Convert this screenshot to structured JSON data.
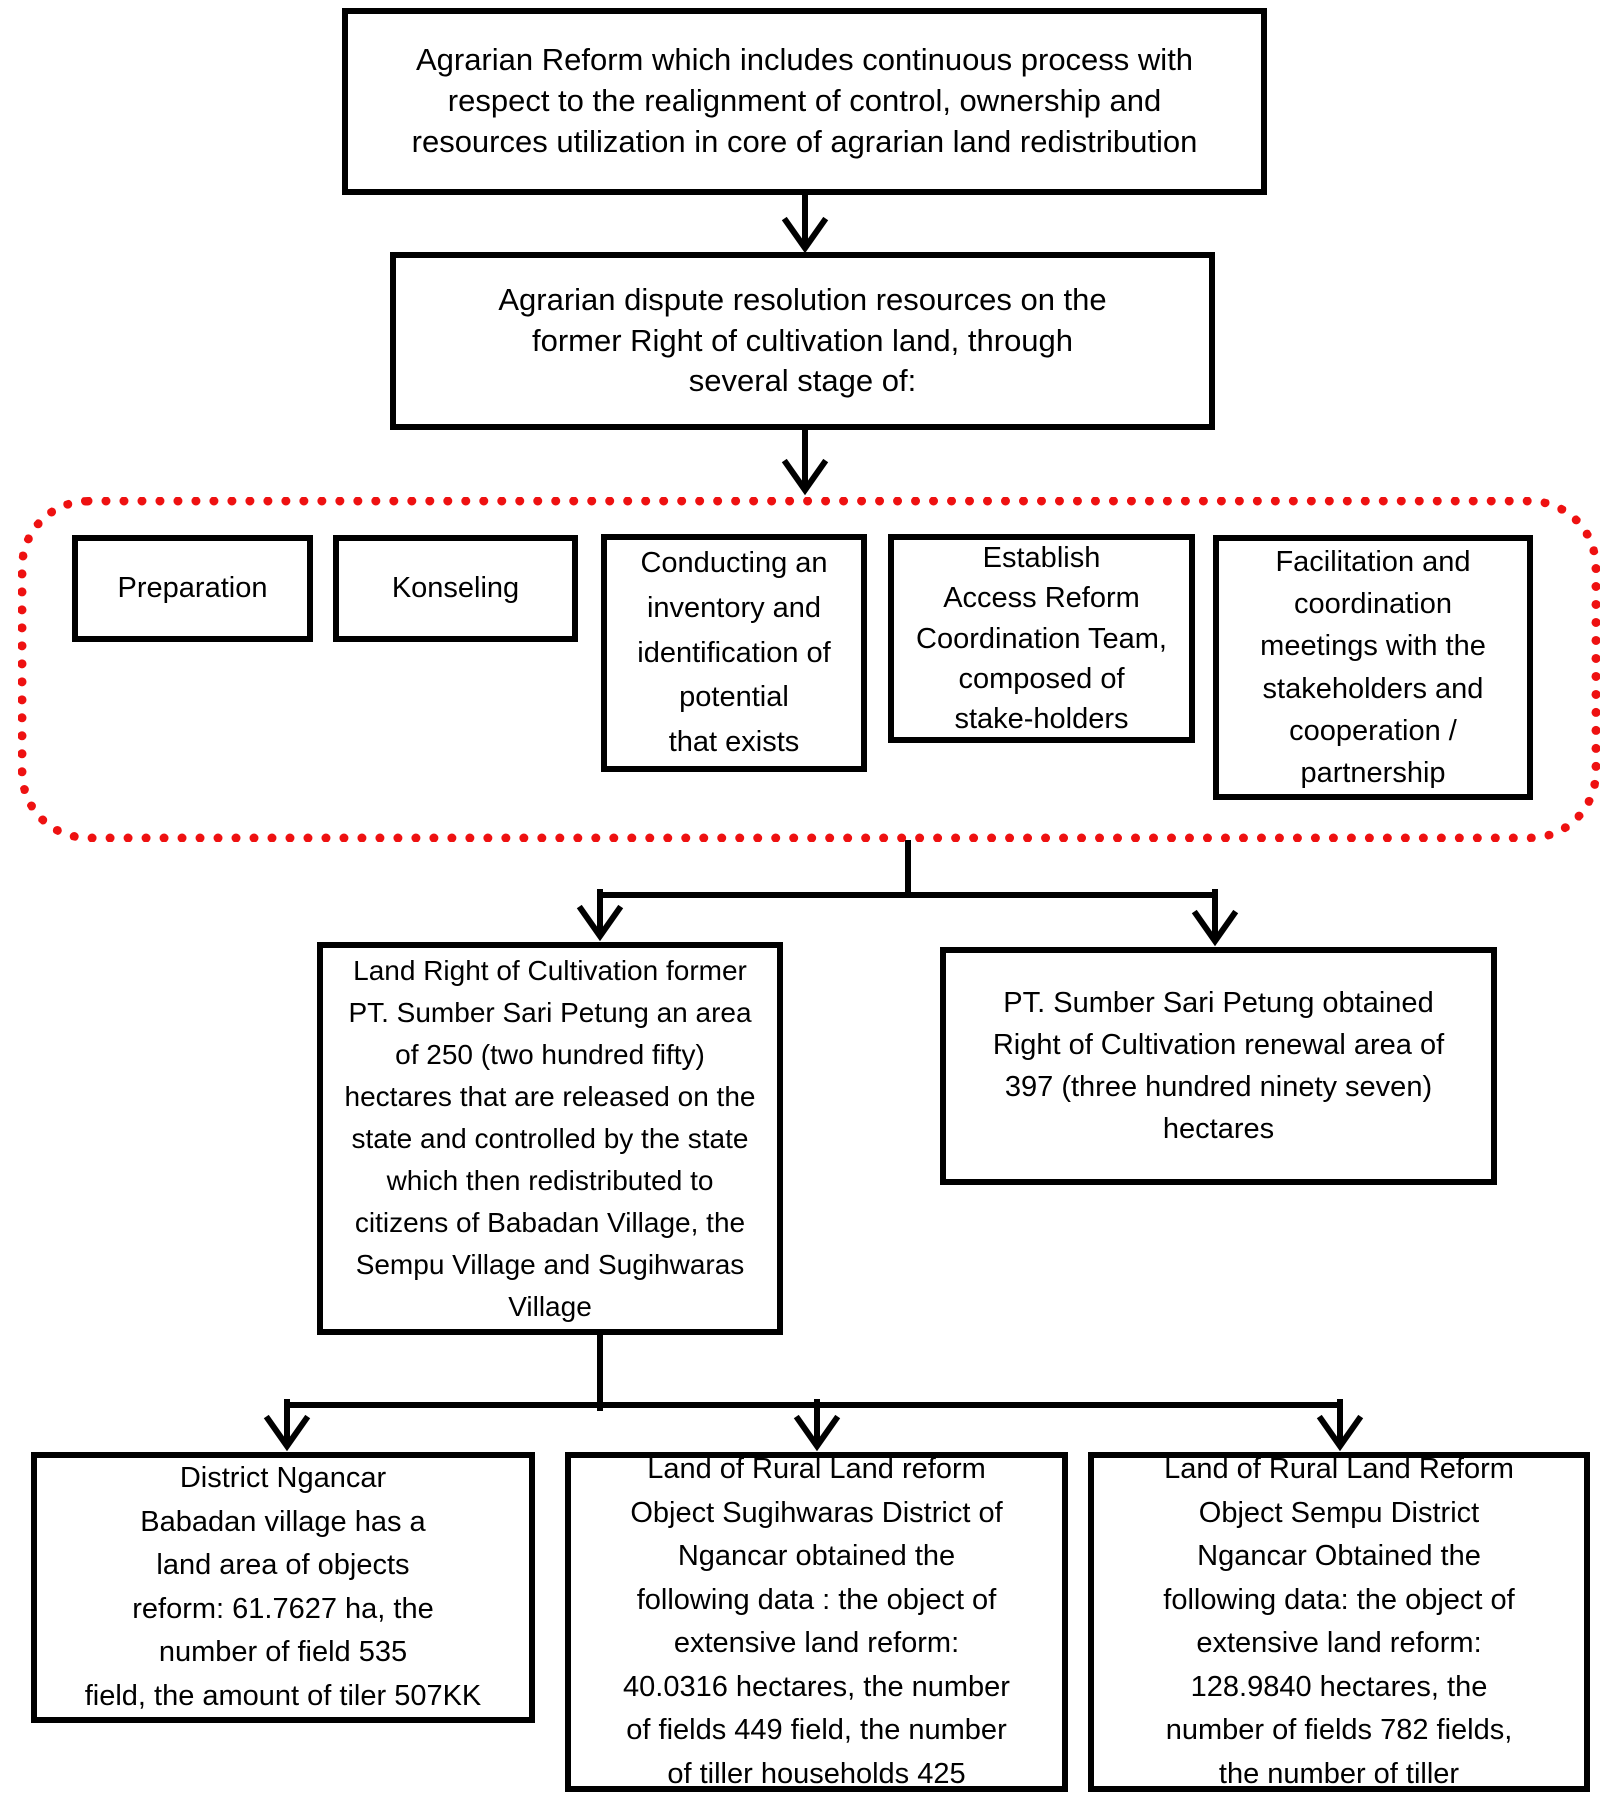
{
  "flowchart": {
    "title_box": "Agrarian Reform which includes continuous process with\nrespect to the realignment of control, ownership and\nresources utilization in core of agrarian land redistribution",
    "dispute_box": "Agrarian dispute resolution resources on the\nformer Right of cultivation land, through\nseveral stage of:",
    "stages": [
      {
        "label": "Preparation"
      },
      {
        "label": "Konseling"
      },
      {
        "label": "Conducting an\ninventory and\nidentification of\npotential\nthat exists"
      },
      {
        "label": "Establish\nAccess Reform\nCoordination Team,\ncomposed of\nstake-holders"
      },
      {
        "label": "Facilitation and\ncoordination\nmeetings with the\nstakeholders and\ncooperation /\npartnership"
      }
    ],
    "left_result_box": "Land Right of Cultivation former\nPT. Sumber Sari Petung an area\nof 250 (two hundred fifty)\nhectares that are released on the\nstate and controlled by the state\nwhich then redistributed to\ncitizens of Babadan Village, the\nSempu Village and Sugihwaras\nVillage",
    "renewal_result_box": "PT. Sumber Sari Petung obtained\nRight of Cultivation renewal area of\n397 (three hundred ninety seven)\nhectares",
    "district_boxes": [
      {
        "text": "District Ngancar\nBabadan village has a\nland area of objects\nreform: 61.7627 ha, the\nnumber of field 535\nfield, the amount of tiler 507KK"
      },
      {
        "text": "Land of Rural Land reform\nObject Sugihwaras District of\nNgancar obtained the\nfollowing data : the object of\nextensive land reform:\n40.0316 hectares, the number\nof fields 449 field, the number\nof tiller households 425"
      },
      {
        "text": "Land of Rural Land Reform\nObject Sempu District\nNgancar Obtained the\nfollowing data: the object of\nextensive land reform:\n128.9840 hectares, the\nnumber of fields 782 fields,\nthe number of tiller"
      }
    ]
  },
  "colors": {
    "box_border": "#000000",
    "stage_container_border": "#ee1111",
    "background": "#ffffff",
    "text": "#000000"
  }
}
